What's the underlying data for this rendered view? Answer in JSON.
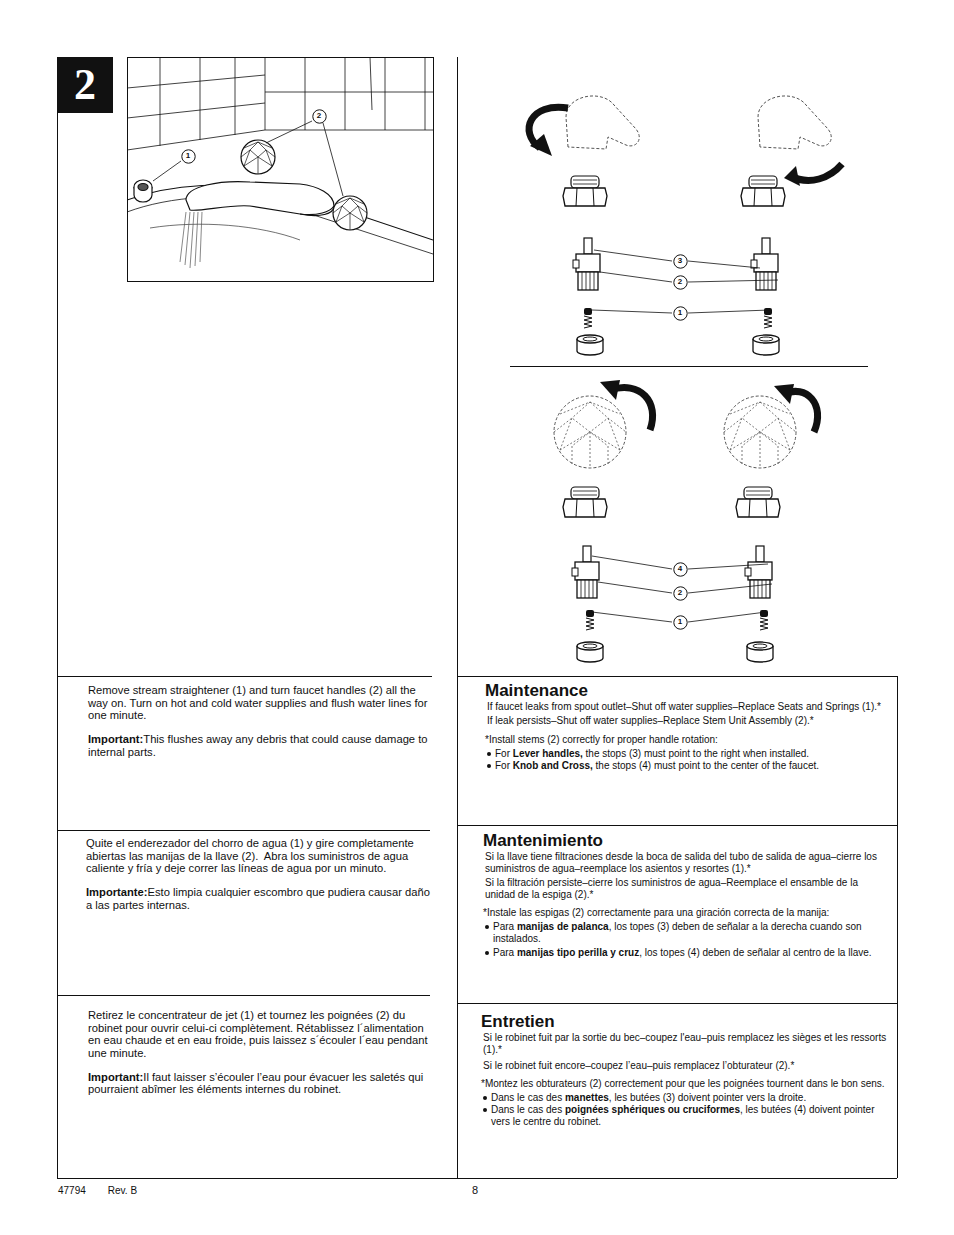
{
  "diagram": {
    "nodes": [
      {
        "text": [
          "2"
        ]
      },
      {
        "text": [
          "2"
        ]
      },
      {
        "text": [
          "1"
        ]
      },
      {
        "text": [
          "3"
        ]
      },
      {
        "text": [
          "2"
        ]
      },
      {
        "text": [
          "1"
        ]
      },
      {
        "text": [
          "4"
        ]
      },
      {
        "text": [
          "2"
        ]
      },
      {
        "text": [
          "1"
        ]
      }
    ],
    "labels": [
      "Remove stream straightener (1) and turn faucet handles (2) all the way on. Turn on hot and cold water supplies and flush water lines for one minute.",
      "Important:",
      "This flushes away any debris that could cause damage to internal parts.",
      "Quite el enderezador del chorro de agua (1) y gire completamente abiertas las manijas de la llave (2).  Abra los suministros de agua caliente y fría y deje correr las líneas de agua por un minuto.",
      "Importante:",
      "Esto limpia cualquier escombro que pudiera causar daño a las partes internas.",
      "Retirez le concentrateur de jet (1) et tournez les poignées (2) du robinet pour ouvrir celui-ci complètement. Rétablissez l´alimentation en eau chaude et en eau froide, puis laissez s´écouler l´eau pendant une minute.",
      "Important:",
      "Il faut laisser s’écouler l’eau pour évacuer les saletés qui pourraient abîmer les éléments internes du robinet.",
      "Maintenance",
      "If faucet leaks from spout outlet–Shut off water supplies–Replace Seats and Springs (1).*",
      "If leak persists–Shut off water supplies–Replace Stem Unit Assembly (2).*",
      "*Install stems (2) correctly for proper handle rotation:",
      "For ",
      "Lever handles,",
      " the stops (3) must point to the right when installed.",
      "For ",
      "Knob and Cross,",
      " the stops (4) must point to the center of the faucet.",
      "Mantenimiento",
      "Si la llave tiene filtraciones desde la boca de salida del tubo de salida de agua–cierre los suministros de agua–reemplace los asientos y resortes (1).*",
      "Si la filtración persiste–cierre los suministros de agua–Reemplace el ensamble de la unidad de la espiga (2).*",
      "*Instale las espigas (2) correctamente para una giración correcta de la manija:",
      "Para ",
      "manijas de palanca",
      ", los topes (3) deben de señalar a la derecha cuando son instalados.",
      "Para ",
      "manijas tipo perilla y cruz",
      ", los topes (4) deben de señalar al centro de la llave.",
      "Entretien",
      "Si le robinet fuit par la sortie du bec–coupez l'eau–puis remplacez les sièges et les ressorts (1).*",
      "Si le robinet fuit encore–coupez l’eau–puis remplacez l’obturateur (2).*",
      "*Montez les obturateurs (2) correctement pour que les poignées tournent dans le bon sens.",
      "Dans le cas des ",
      "manettes",
      ", les butées (3) doivent pointer vers la droite.",
      "Dans le cas des ",
      "poignées sphériques ou cruciformes",
      ", les butées (4) doivent pointer vers le centre du robinet.",
      "47794",
      "Rev. B",
      "8"
    ]
  }
}
